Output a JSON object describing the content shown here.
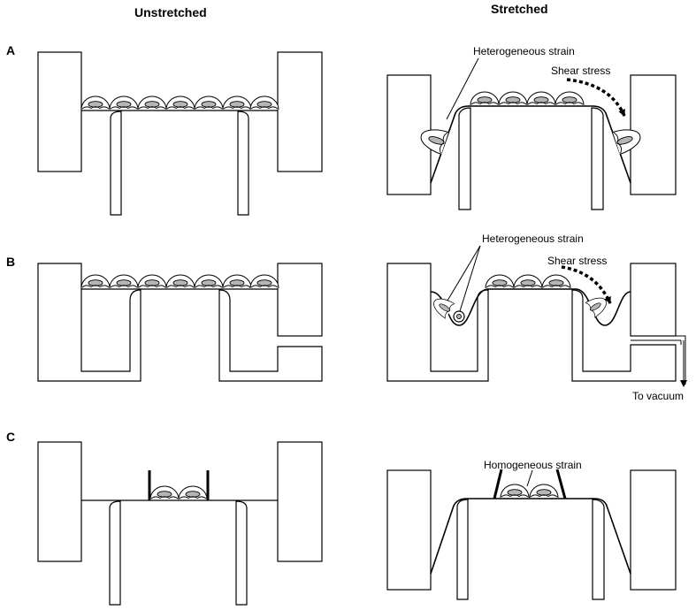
{
  "headers": {
    "unstretched": "Unstretched",
    "stretched": "Stretched"
  },
  "panels": [
    {
      "label": "A",
      "annotations": {
        "strain": "Heterogeneous strain",
        "shear": "Shear stress"
      }
    },
    {
      "label": "B",
      "annotations": {
        "strain": "Heterogeneous strain",
        "shear": "Shear stress",
        "vacuum": "To vacuum"
      }
    },
    {
      "label": "C",
      "annotations": {
        "strain": "Homogeneous strain"
      }
    }
  ],
  "colors": {
    "line": "#000000",
    "nucleus": "#b5b5b5",
    "background": "#ffffff"
  }
}
